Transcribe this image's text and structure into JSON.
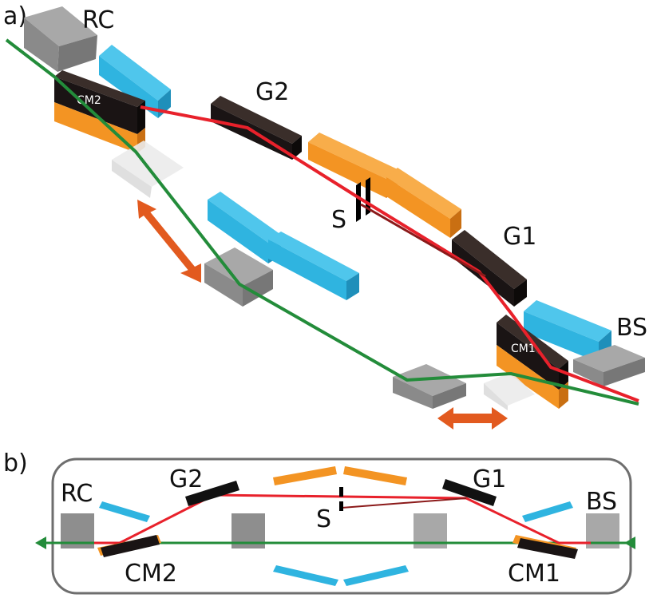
{
  "panel_a": {
    "tag": "a)",
    "labels": {
      "rc": "RC",
      "g2": "G2",
      "s": "S",
      "g1": "G1",
      "bs": "BS",
      "cm1": "CM1",
      "cm2": "CM2"
    }
  },
  "panel_b": {
    "tag": "b)",
    "labels": {
      "rc": "RC",
      "g2": "G2",
      "s": "S",
      "g1": "G1",
      "bs": "BS",
      "cm1": "CM1",
      "cm2": "CM2"
    }
  },
  "colors": {
    "red_beam": "#e8212b",
    "dark_red_beam": "#8b1a1a",
    "green_beam": "#238c3a",
    "black_block": "#1a1414",
    "orange_block": "#f39423",
    "blue_block": "#2fb4e0",
    "gray_block": "#8e8e8e",
    "light_gray_block": "#e9e9e9",
    "arrow_orange": "#e25a1f",
    "frame_gray": "#6e6e6e"
  }
}
